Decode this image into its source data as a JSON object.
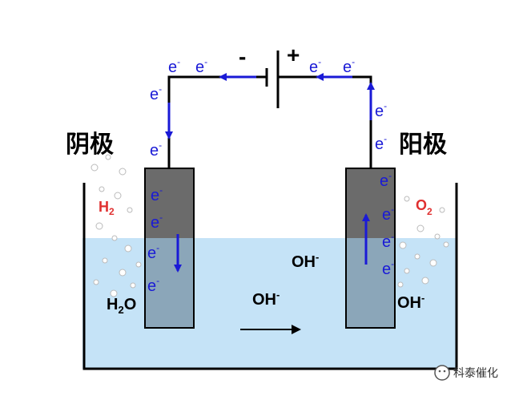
{
  "labels": {
    "cathode": "阴极",
    "anode": "阳极",
    "minus": "-",
    "plus": "+",
    "h2": "H",
    "h2_sub": "2",
    "o2": "O",
    "o2_sub": "2",
    "h2o": "H",
    "h2o_sub": "2",
    "h2o_o": "O",
    "oh": "OH",
    "oh_sup": "-",
    "e": "e",
    "e_sup": "-",
    "watermark": "科泰催化"
  },
  "colors": {
    "electrolyte": "#c5e3f7",
    "electrode": "#6b6b6b",
    "electron": "#1a1ad6",
    "gas": "#e03030"
  }
}
